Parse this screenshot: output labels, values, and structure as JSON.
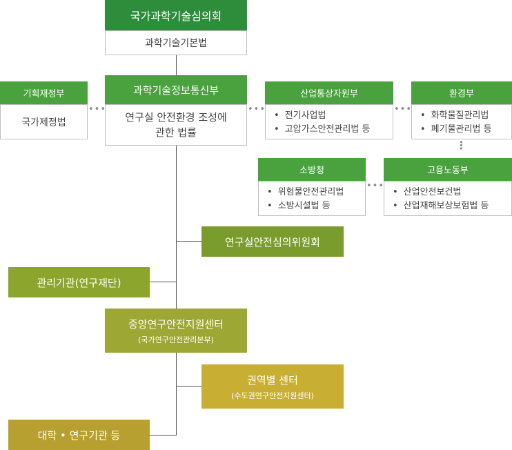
{
  "council": {
    "title": "국가과학기술심의회",
    "law": "과학기술기본법"
  },
  "msit": {
    "title": "과학기술정보통신부",
    "law_line1": "연구실 안전환경 조성에",
    "law_line2": "관한 법률"
  },
  "moef": {
    "title": "기획재정부",
    "law": "국가제정법"
  },
  "motie": {
    "title": "산업통상자원부",
    "items": [
      "전기사업법",
      "고압가스안전관리법 등"
    ]
  },
  "env": {
    "title": "환경부",
    "items": [
      "화학물질관리법",
      "폐기물관리법 등"
    ]
  },
  "fire": {
    "title": "소방청",
    "items": [
      "위험물안전관리법",
      "소방시설법 등"
    ]
  },
  "labor": {
    "title": "고용노동부",
    "items": [
      "산업안전보건법",
      "산업재해보상보험법 등"
    ]
  },
  "committee": {
    "title": "연구실안전심의위원회"
  },
  "mgmt": {
    "title": "관리기관(연구재단)"
  },
  "center": {
    "title": "중앙연구안전지원센터",
    "sub": "(국가연구안전관리본부)"
  },
  "regional": {
    "title": "권역별 센터",
    "sub": "(수도권연구안전지원센터)"
  },
  "univ": {
    "title": "대학 • 연구기관 등"
  },
  "dots": "•••",
  "vdots": "⋮"
}
